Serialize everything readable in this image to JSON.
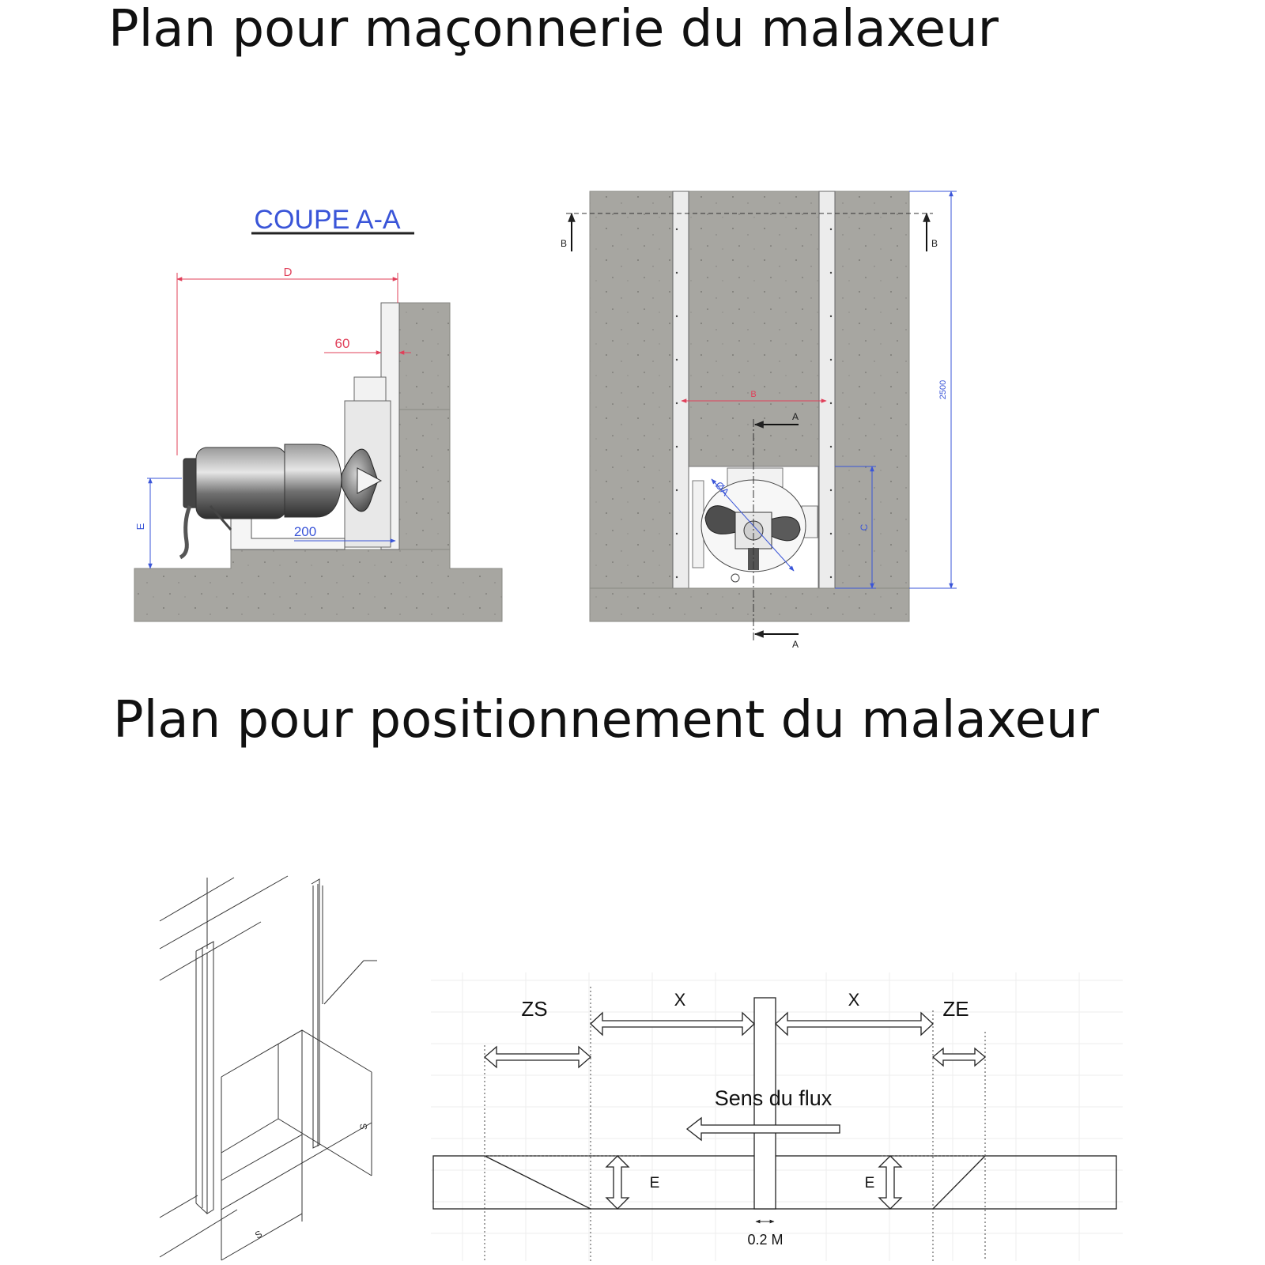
{
  "titles": {
    "masonry": "Plan pour maçonnerie du malaxeur",
    "positioning": "Plan pour positionnement du malaxeur"
  },
  "section_view": {
    "heading": "COUPE A-A",
    "dim_d": "D",
    "dim_60": "60",
    "dim_200": "200",
    "dim_e": "E"
  },
  "plan_view": {
    "marker_b": "B",
    "marker_a": "A",
    "dim_b": "B",
    "dim_c": "C",
    "dim_2500": "2500",
    "dim_diameter": "ØA"
  },
  "iso_view": {
    "dim_s": "S"
  },
  "flow_view": {
    "zs": "ZS",
    "ze": "ZE",
    "x": "X",
    "flow_label": "Sens du flux",
    "e": "E",
    "width": "0.2 M"
  },
  "colors": {
    "concrete": "#a7a6a1",
    "dim_red": "#e0405a",
    "dim_blue": "#3a55d8",
    "line": "#222222"
  }
}
